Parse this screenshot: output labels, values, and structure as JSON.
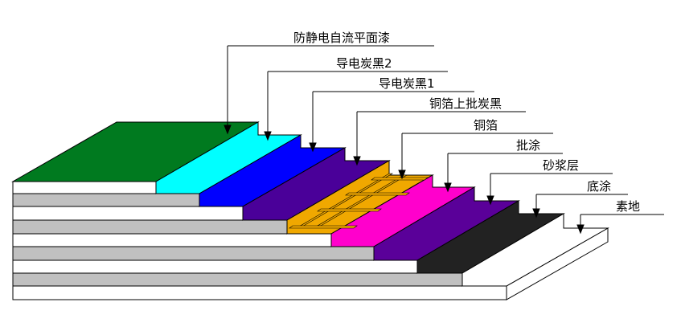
{
  "layers": [
    {
      "label": "防静电自流平面漆",
      "color": "#007a1f"
    },
    {
      "label": "导电炭黑2",
      "color": "#00ffff"
    },
    {
      "label": "导电炭黑1",
      "color": "#0000ff"
    },
    {
      "label": "铜箔上批炭黑",
      "color": "#4a0099"
    },
    {
      "label": "铜箔",
      "color": "#f0a800"
    },
    {
      "label": "批涂",
      "color": "#ff00cc"
    },
    {
      "label": "砂浆层",
      "color": "#5a0099"
    },
    {
      "label": "底涂",
      "color": "#222222"
    },
    {
      "label": "素地",
      "color": "#ffffff"
    }
  ],
  "colors": {
    "side": "#c0c0c0",
    "face": "#ffffff",
    "outline": "#000000"
  }
}
